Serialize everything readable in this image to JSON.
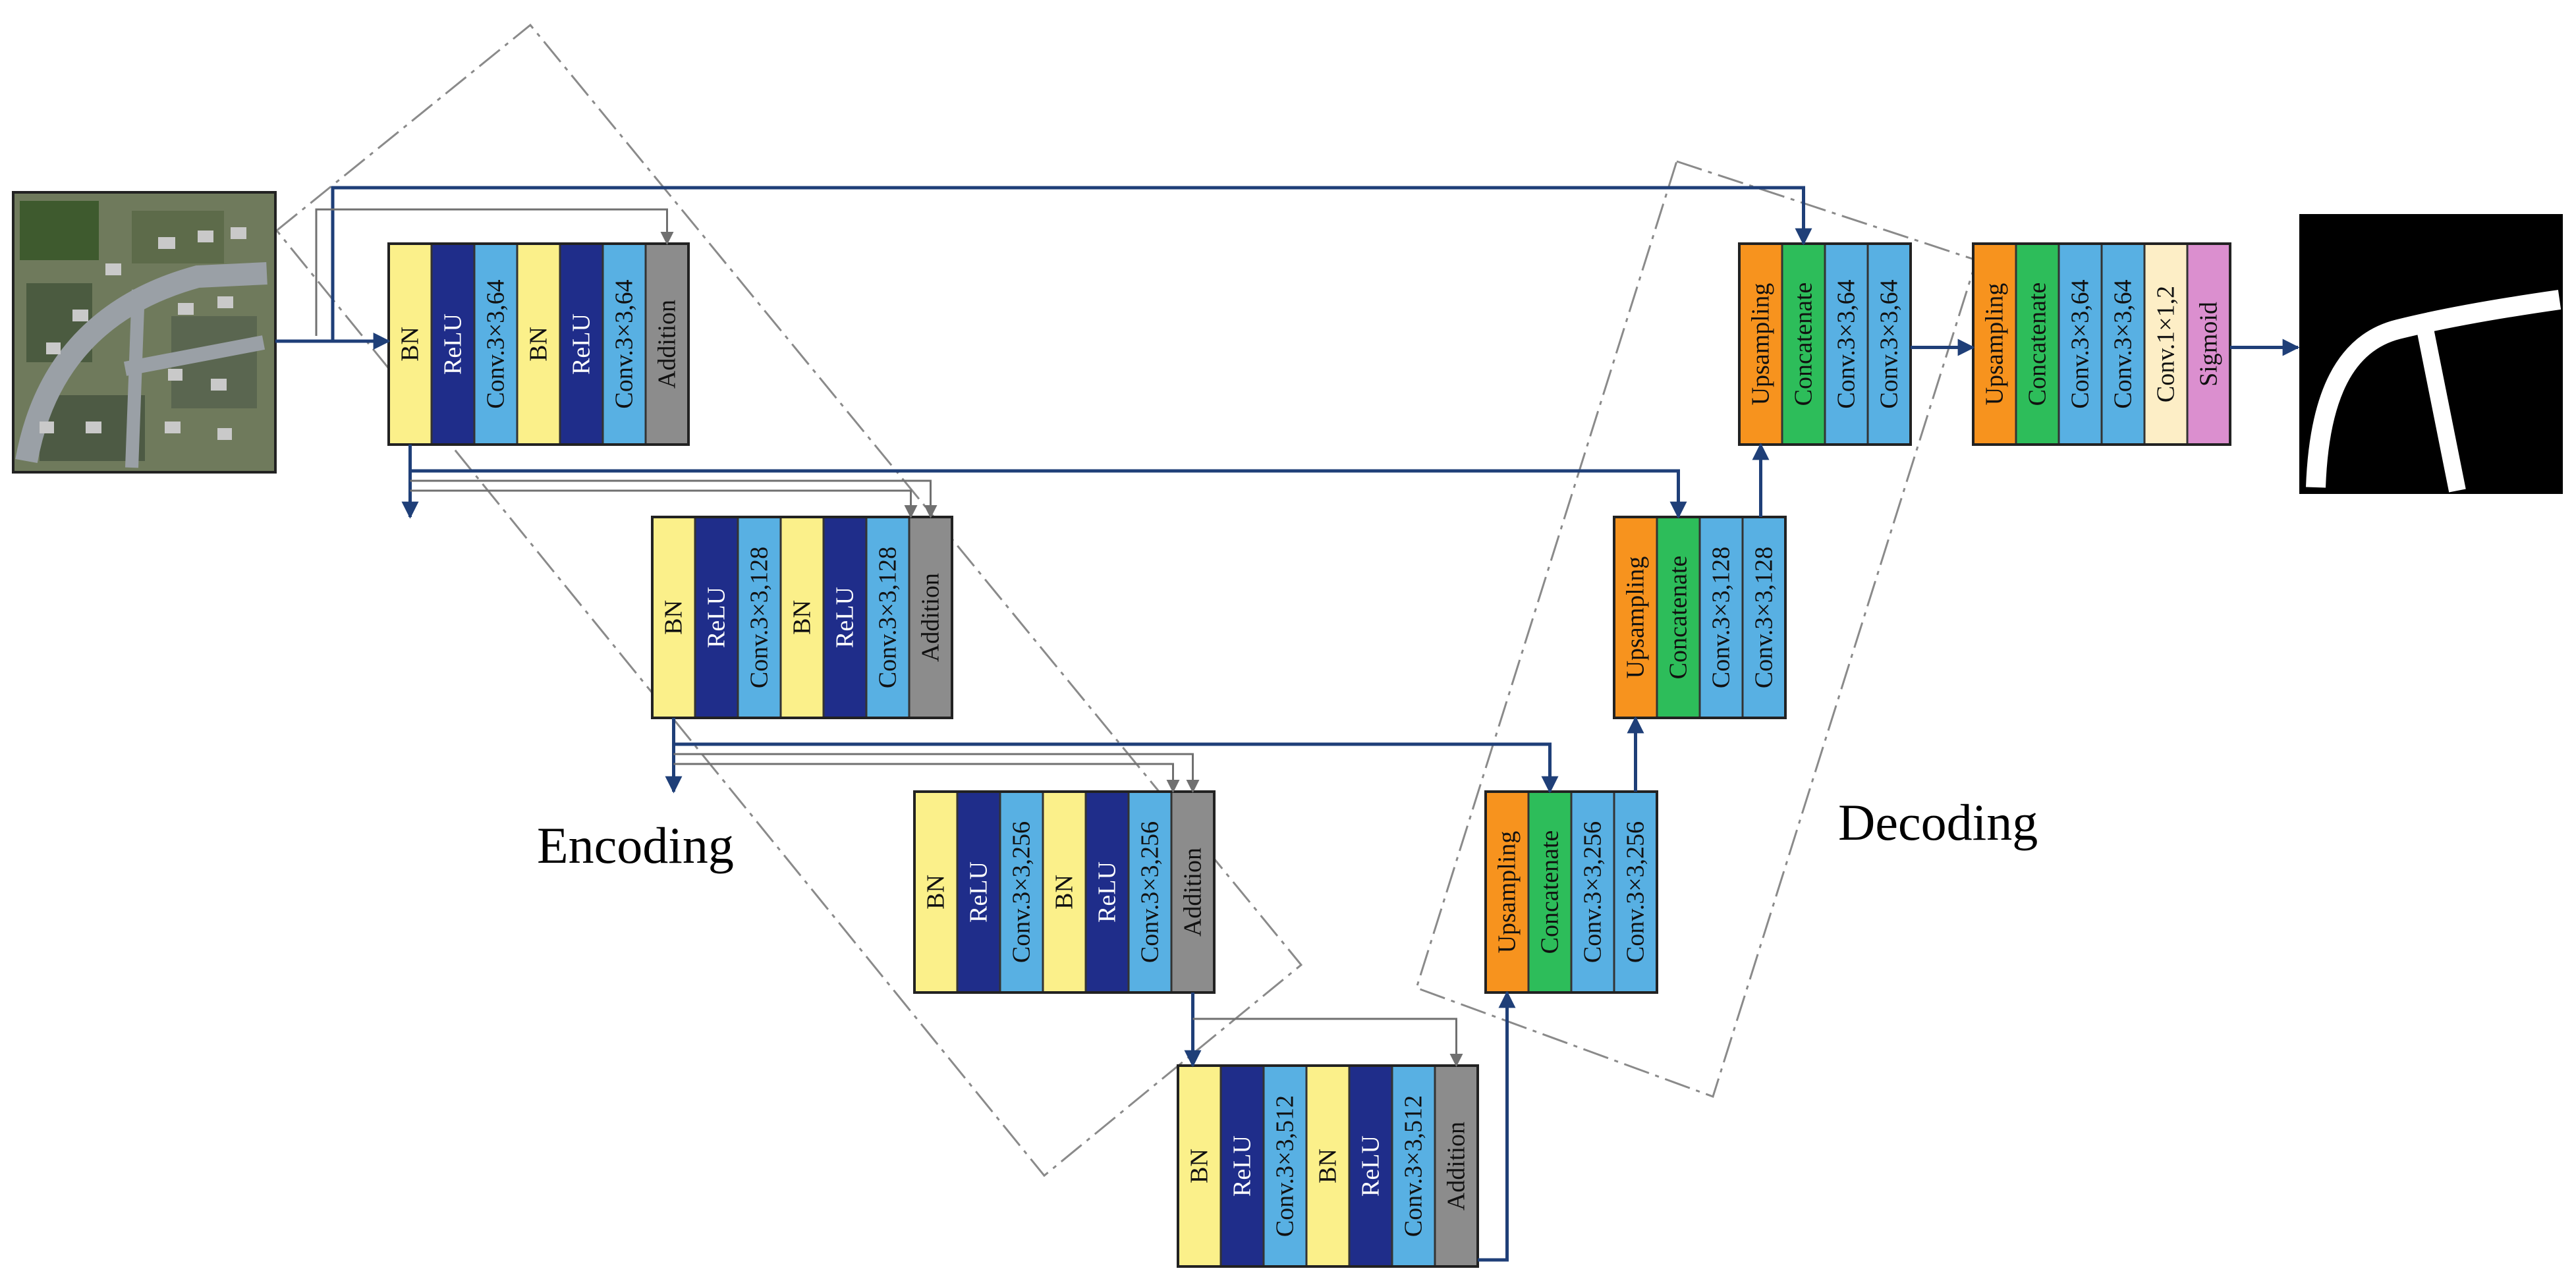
{
  "regions": {
    "encoding": "Encoding",
    "decoding": "Decoding"
  },
  "images": {
    "input": "aerial-satellite-image",
    "output": "road-segmentation-mask"
  },
  "colors": {
    "BN": "#fbf08a",
    "ReLU": "#1f2d8a",
    "Conv": "#58b0e3",
    "Addition": "#8c8c8c",
    "Upsampling": "#f7931e",
    "Concatenate": "#2dbd5a",
    "Conv1x1": "#fdeec6",
    "Sigmoid": "#db8fcf",
    "arrow_main": "#1f3f78",
    "arrow_skip": "#707070",
    "outline": "#333333"
  },
  "blocks": [
    {
      "id": "enc1",
      "layers": [
        {
          "type": "BN",
          "label": "BN"
        },
        {
          "type": "ReLU",
          "label": "ReLU"
        },
        {
          "type": "Conv",
          "label": "Conv.3×3,64"
        },
        {
          "type": "BN",
          "label": "BN"
        },
        {
          "type": "ReLU",
          "label": "ReLU"
        },
        {
          "type": "Conv",
          "label": "Conv.3×3,64"
        },
        {
          "type": "Addition",
          "label": "Addition"
        }
      ]
    },
    {
      "id": "enc2",
      "layers": [
        {
          "type": "BN",
          "label": "BN"
        },
        {
          "type": "ReLU",
          "label": "ReLU"
        },
        {
          "type": "Conv",
          "label": "Conv.3×3,128"
        },
        {
          "type": "BN",
          "label": "BN"
        },
        {
          "type": "ReLU",
          "label": "ReLU"
        },
        {
          "type": "Conv",
          "label": "Conv.3×3,128"
        },
        {
          "type": "Addition",
          "label": "Addition"
        }
      ]
    },
    {
      "id": "enc3",
      "layers": [
        {
          "type": "BN",
          "label": "BN"
        },
        {
          "type": "ReLU",
          "label": "ReLU"
        },
        {
          "type": "Conv",
          "label": "Conv.3×3,256"
        },
        {
          "type": "BN",
          "label": "BN"
        },
        {
          "type": "ReLU",
          "label": "ReLU"
        },
        {
          "type": "Conv",
          "label": "Conv.3×3,256"
        },
        {
          "type": "Addition",
          "label": "Addition"
        }
      ]
    },
    {
      "id": "bridge",
      "layers": [
        {
          "type": "BN",
          "label": "BN"
        },
        {
          "type": "ReLU",
          "label": "ReLU"
        },
        {
          "type": "Conv",
          "label": "Conv.3×3,512"
        },
        {
          "type": "BN",
          "label": "BN"
        },
        {
          "type": "ReLU",
          "label": "ReLU"
        },
        {
          "type": "Conv",
          "label": "Conv.3×3,512"
        },
        {
          "type": "Addition",
          "label": "Addition"
        }
      ]
    },
    {
      "id": "dec1",
      "layers": [
        {
          "type": "Upsampling",
          "label": "Upsampling"
        },
        {
          "type": "Concatenate",
          "label": "Concatenate"
        },
        {
          "type": "Conv",
          "label": "Conv.3×3,256"
        },
        {
          "type": "Conv",
          "label": "Conv.3×3,256"
        }
      ]
    },
    {
      "id": "dec2",
      "layers": [
        {
          "type": "Upsampling",
          "label": "Upsampling"
        },
        {
          "type": "Concatenate",
          "label": "Concatenate"
        },
        {
          "type": "Conv",
          "label": "Conv.3×3,128"
        },
        {
          "type": "Conv",
          "label": "Conv.3×3,128"
        }
      ]
    },
    {
      "id": "dec3",
      "layers": [
        {
          "type": "Upsampling",
          "label": "Upsampling"
        },
        {
          "type": "Concatenate",
          "label": "Concatenate"
        },
        {
          "type": "Conv",
          "label": "Conv.3×3,64"
        },
        {
          "type": "Conv",
          "label": "Conv.3×3,64"
        }
      ]
    },
    {
      "id": "out",
      "layers": [
        {
          "type": "Upsampling",
          "label": "Upsampling"
        },
        {
          "type": "Concatenate",
          "label": "Concatenate"
        },
        {
          "type": "Conv",
          "label": "Conv.3×3,64"
        },
        {
          "type": "Conv",
          "label": "Conv.3×3,64"
        },
        {
          "type": "Conv1x1",
          "label": "Conv.1×1,2"
        },
        {
          "type": "Sigmoid",
          "label": "Sigmoid"
        }
      ]
    }
  ]
}
